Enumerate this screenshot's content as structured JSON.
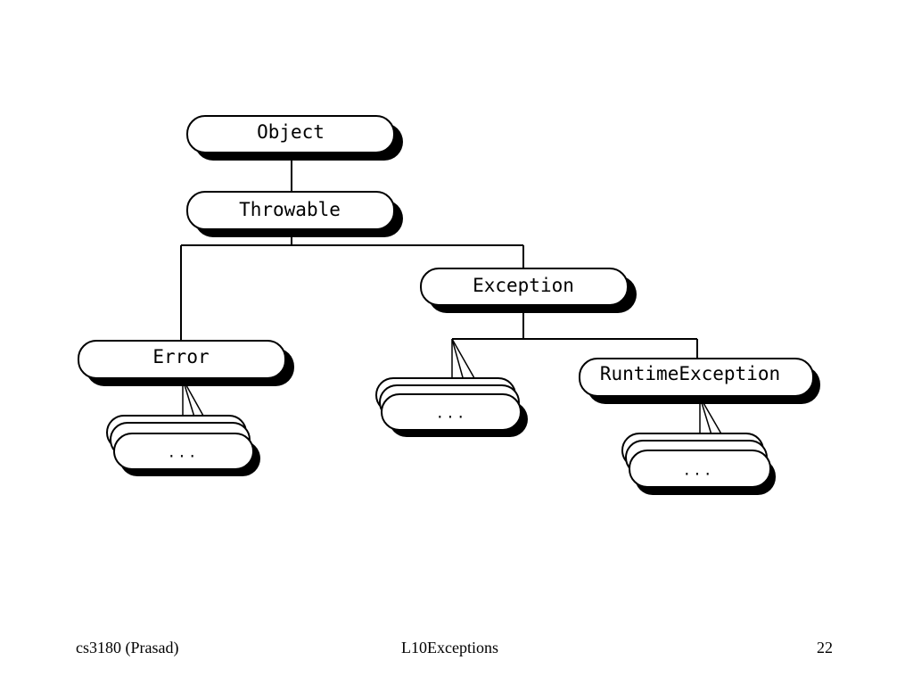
{
  "diagram": {
    "nodes": {
      "object": "Object",
      "throwable": "Throwable",
      "exception": "Exception",
      "error": "Error",
      "runtime_exception": "RuntimeException",
      "error_subclasses": "...",
      "exception_subclasses": "...",
      "runtime_subclasses": "..."
    }
  },
  "footer": {
    "left": "cs3180 (Prasad)",
    "center": "L10Exceptions",
    "page_number": "22"
  }
}
